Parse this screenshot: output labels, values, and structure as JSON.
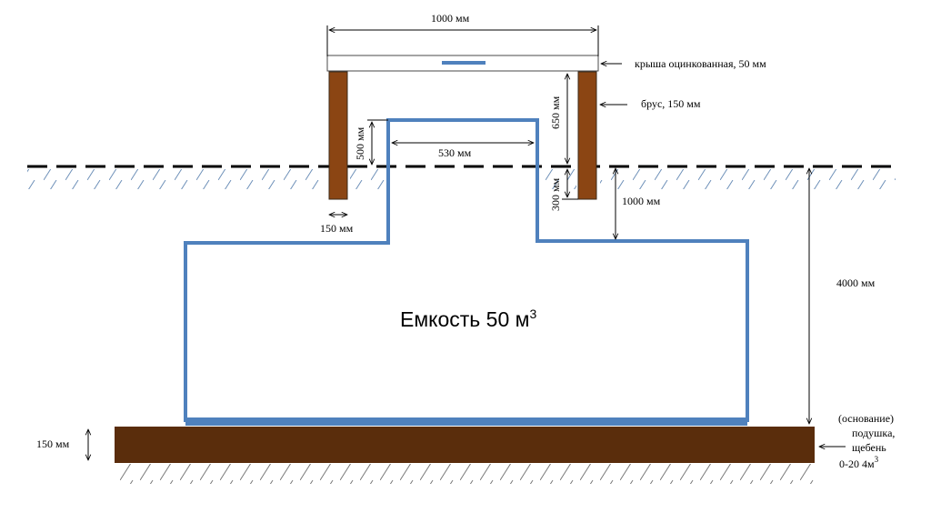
{
  "colors": {
    "tank_outline": "#4f81bd",
    "timber": "#8b4513",
    "timber_edge": "#3b2a1a",
    "base_slab": "#5a2d0c",
    "bottom_plate": "#4f81bd",
    "roof_bar": "#4f81bd",
    "line": "#000000"
  },
  "dimensions": {
    "roof_width": "1000 мм",
    "neck_width": "530 мм",
    "neck_height": "500 мм",
    "beam_width": "150 мм",
    "beam_above": "650 мм",
    "beam_below": "300 мм",
    "depth_to_tank": "1000 мм",
    "total_depth": "4000 мм",
    "base_thickness": "150 мм"
  },
  "labels": {
    "roof": "крыша  оцинкованная, 50 мм",
    "beam": "брус, 150 мм",
    "tank_main": "Емкость 50 м",
    "tank_sup": "3",
    "base_line1": "(основание)",
    "base_line2": "подушка,",
    "base_line3": "щебень",
    "base_line4": "0-20    4м",
    "base_sup": "3"
  }
}
